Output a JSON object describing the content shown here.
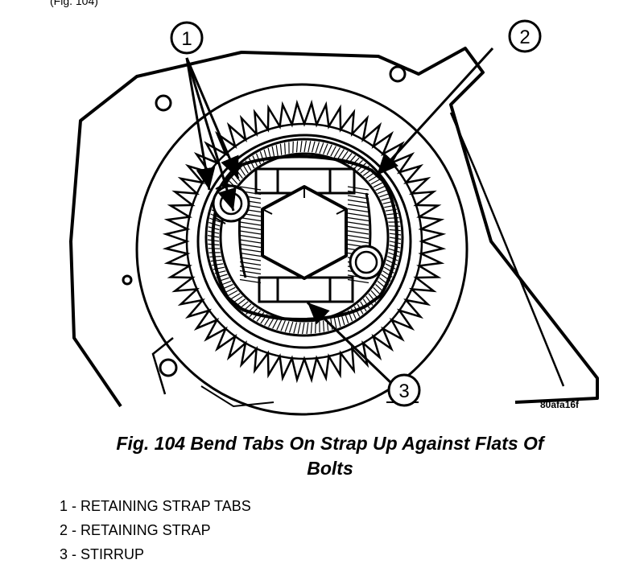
{
  "figure": {
    "header_fragment": "(Fig. 104)",
    "callouts": [
      "1",
      "2",
      "3"
    ],
    "image_code": "80afa16f"
  },
  "caption": {
    "line1": "Fig. 104 Bend Tabs On Strap Up Against Flats Of",
    "line2": "Bolts"
  },
  "legend": [
    "1 - RETAINING STRAP TABS",
    "2 - RETAINING STRAP",
    "3 - STIRRUP"
  ]
}
